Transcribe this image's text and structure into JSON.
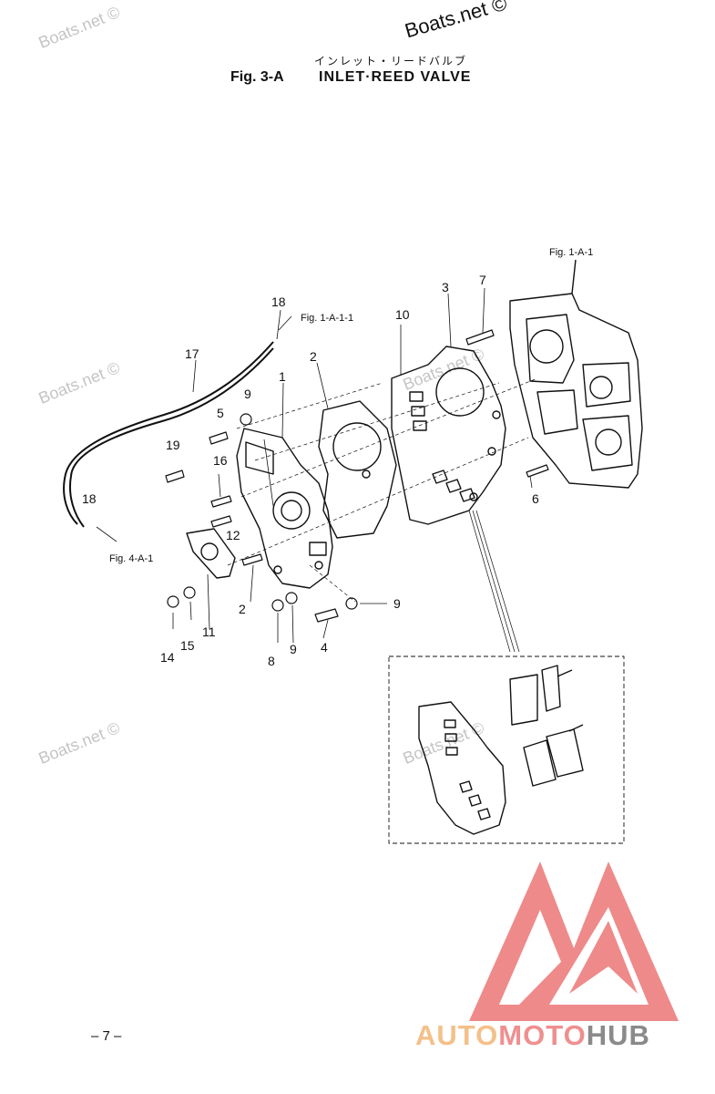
{
  "header": {
    "japanese_title": "インレット・リードバルブ",
    "figure_number": "Fig. 3-A",
    "title": "INLET·REED VALVE"
  },
  "watermarks": {
    "top": "Boats.net ©",
    "repeat": "Boats.net ©"
  },
  "references": {
    "crankcase": "Fig. 1-A-1",
    "hose_upper": "Fig. 1-A-1-1",
    "hose_lower": "Fig. 4-A-1"
  },
  "callouts": {
    "c1": "1",
    "c2a": "2",
    "c2b": "2",
    "c3": "3",
    "c4": "4",
    "c5": "5",
    "c6": "6",
    "c7": "7",
    "c8": "8",
    "c9a": "9",
    "c9b": "9",
    "c9c": "9",
    "c10": "10",
    "c11": "11",
    "c12": "12",
    "c14": "14",
    "c15": "15",
    "c16": "16",
    "c17": "17",
    "c18a": "18",
    "c18b": "18",
    "c19": "19"
  },
  "footer": {
    "page": "– 7 –",
    "brand_part1": "AUTO",
    "brand_part2": "MOTO",
    "brand_part3": "HUB"
  },
  "colors": {
    "logo_red": "#ef8a8a",
    "logo_orange": "#f4c08a",
    "logo_gray": "#8a8a8a",
    "watermark": "#c4c4c4"
  }
}
